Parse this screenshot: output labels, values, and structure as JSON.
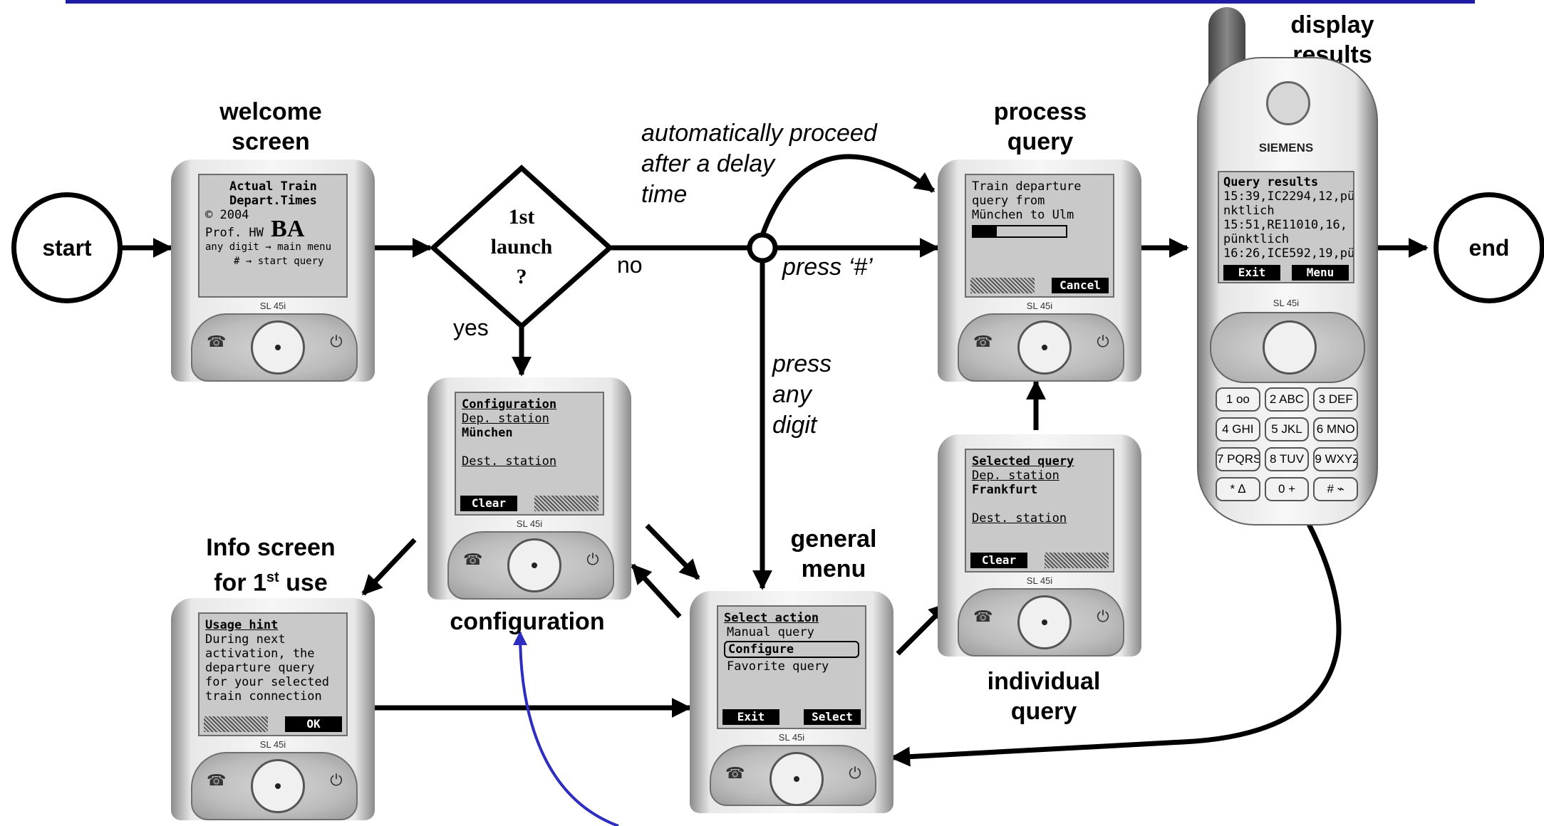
{
  "colors": {
    "header_bar": "#1d1da6",
    "link_line": "#2d2dbf"
  },
  "nodes": {
    "start": "start",
    "end": "end",
    "decision": "1st launch ?"
  },
  "labels": {
    "welcome": "welcome screen",
    "process": "process query",
    "display": "display results",
    "info": "Info screen for 1st use",
    "info_line1": "Info screen",
    "info_line2_a": "for 1",
    "info_line2_sup": "st",
    "info_line2_b": " use",
    "configuration": "configuration",
    "general": "general menu",
    "individual": "individual query",
    "yes": "yes",
    "no": "no",
    "auto": "automatically proceed after a delay time",
    "press_hash": "press ‘#’",
    "press_digit": "press any digit"
  },
  "welcome_screen": {
    "title1": "Actual Train",
    "title2": "Depart.Times",
    "copyright": "© 2004",
    "author": "Prof. HW",
    "logo": "BA",
    "hint1": "any digit → main menu",
    "hint2": "# → start query",
    "model": "SL 45i"
  },
  "config_screen": {
    "title": "Configuration",
    "dep_label": "Dep. station",
    "dep_value": "München",
    "dest_label": "Dest. station",
    "clear": "Clear",
    "model": "SL 45i"
  },
  "process_screen": {
    "line1": "Train departure",
    "line2": "query from",
    "line3": "München to Ulm",
    "progress": 0.25,
    "cancel": "Cancel",
    "model": "SL 45i"
  },
  "results_screen": {
    "brand": "SIEMENS",
    "title": "Query results",
    "lines": [
      "15:39,IC2294,12,pü",
      "nktlich",
      "15:51,RE11010,16,",
      "pünktlich",
      "16:26,ICE592,19,pü"
    ],
    "exit": "Exit",
    "menu": "Menu",
    "model": "SL 45i",
    "keys": [
      "1 oo",
      "2 ABC",
      "3 DEF",
      "4 GHI",
      "5 JKL",
      "6 MNO",
      "7 PQRS",
      "8 TUV",
      "9 WXYZ",
      "* ∆",
      "0 +",
      "# ⌁"
    ]
  },
  "selected_screen": {
    "title": "Selected query",
    "dep_label": "Dep. station",
    "dep_value": "Frankfurt",
    "dest_label": "Dest. station",
    "clear": "Clear",
    "model": "SL 45i"
  },
  "usage_screen": {
    "title": "Usage hint",
    "lines": [
      "During next",
      "activation, the",
      "departure query",
      "for your selected",
      "train connection"
    ],
    "ok": "OK",
    "model": "SL 45i"
  },
  "menu_screen": {
    "title": "Select action",
    "item1": "Manual query",
    "item2": "Configure",
    "item3": "Favorite query",
    "exit": "Exit",
    "select": "Select",
    "model": "SL 45i"
  }
}
